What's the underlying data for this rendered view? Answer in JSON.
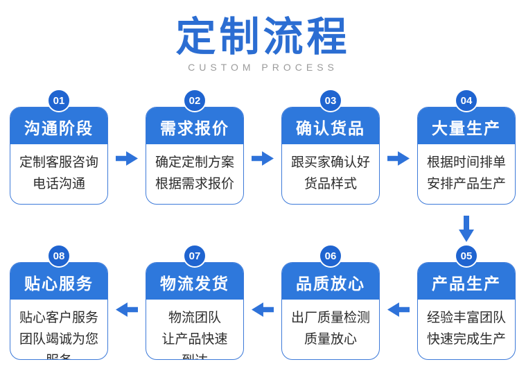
{
  "page": {
    "title": "定制流程",
    "subtitle": "CUSTOM PROCESS"
  },
  "colors": {
    "title_blue": "#2b6dd2",
    "header_blue": "#2e78dc",
    "badge_blue": "#1f64d0",
    "arrow_blue": "#2e72d9",
    "card_border_blue": "#3d7ad9",
    "body_text": "#2b2b2b",
    "subtitle_gray": "#9b9b9b"
  },
  "icons": {
    "right_arrow": "arrow-right",
    "left_arrow": "arrow-left",
    "down_arrow": "arrow-down"
  },
  "steps": [
    {
      "num": "01",
      "title": "沟通阶段",
      "lines": [
        "定制客服咨询",
        "电话沟通",
        ""
      ]
    },
    {
      "num": "02",
      "title": "需求报价",
      "lines": [
        "确定定制方案",
        "根据需求报价",
        ""
      ]
    },
    {
      "num": "03",
      "title": "确认货品",
      "lines": [
        "跟买家确认好",
        "货品样式",
        ""
      ]
    },
    {
      "num": "04",
      "title": "大量生产",
      "lines": [
        "根据时间排单",
        "安排产品生产",
        ""
      ]
    },
    {
      "num": "05",
      "title": "产品生产",
      "lines": [
        "经验丰富团队",
        "快速完成生产",
        ""
      ]
    },
    {
      "num": "06",
      "title": "品质放心",
      "lines": [
        "出厂质量检测",
        "质量放心",
        ""
      ]
    },
    {
      "num": "07",
      "title": "物流发货",
      "lines": [
        "物流团队",
        "让产品快速",
        "到达"
      ]
    },
    {
      "num": "08",
      "title": "贴心服务",
      "lines": [
        "贴心客户服务",
        "团队竭诚为您",
        "服务"
      ]
    }
  ]
}
